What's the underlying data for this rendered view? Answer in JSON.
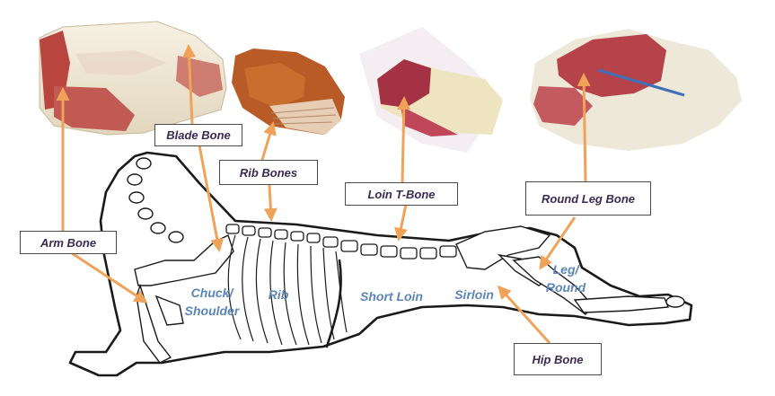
{
  "callouts": {
    "blade_bone": "Blade Bone",
    "rib_bones": "Rib Bones",
    "loin_tbone": "Loin T-Bone",
    "round_leg_bone": "Round Leg Bone",
    "arm_bone": "Arm Bone",
    "hip_bone": "Hip Bone"
  },
  "regions": {
    "chuck_line1": "Chuck/",
    "chuck_line2": "Shoulder",
    "rib": "Rib",
    "short_loin": "Short Loin",
    "sirloin": "Sirloin",
    "leg_line1": "Leg/",
    "leg_line2": "Round"
  },
  "colors": {
    "arrow": "#f0a258",
    "callout_text": "#3b2a55",
    "region_text": "#5b86b7",
    "outline": "#1a1a1a",
    "meat_red": "#b8463f",
    "fat_cream": "#efe6d2"
  }
}
